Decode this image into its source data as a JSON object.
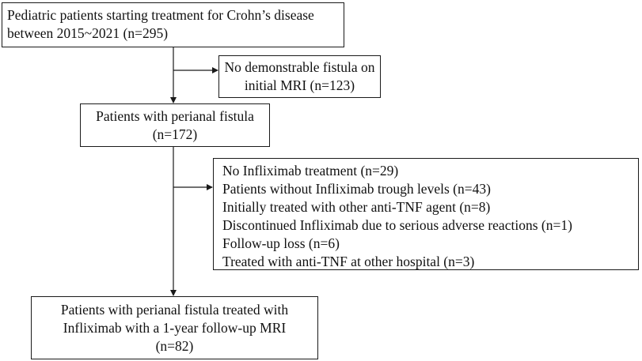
{
  "flowchart": {
    "start": {
      "lines": [
        "Pediatric patients starting treatment for Crohn’s disease",
        "between 2015~2021  (n=295)"
      ]
    },
    "exclusion_1": {
      "lines": [
        "No demonstrable fistula on",
        "initial MRI (n=123)"
      ]
    },
    "fistula": {
      "lines": [
        "Patients with perianal fistula",
        "(n=172)"
      ]
    },
    "exclusion_2": {
      "lines": [
        "No Infliximab treatment (n=29)",
        "Patients without Infliximab trough levels (n=43)",
        "Initially treated with other anti-TNF agent (n=8)",
        "Discontinued Infliximab due to serious adverse reactions (n=1)",
        "Follow-up loss (n=6)",
        "Treated with anti-TNF at other hospital (n=3)"
      ]
    },
    "final": {
      "lines": [
        "Patients with perianal fistula treated with",
        "Infliximab with a 1-year follow-up MRI",
        "(n=82)"
      ]
    }
  },
  "colors": {
    "stroke": "#1a1a1a",
    "text": "#111111",
    "background": "#ffffff"
  }
}
